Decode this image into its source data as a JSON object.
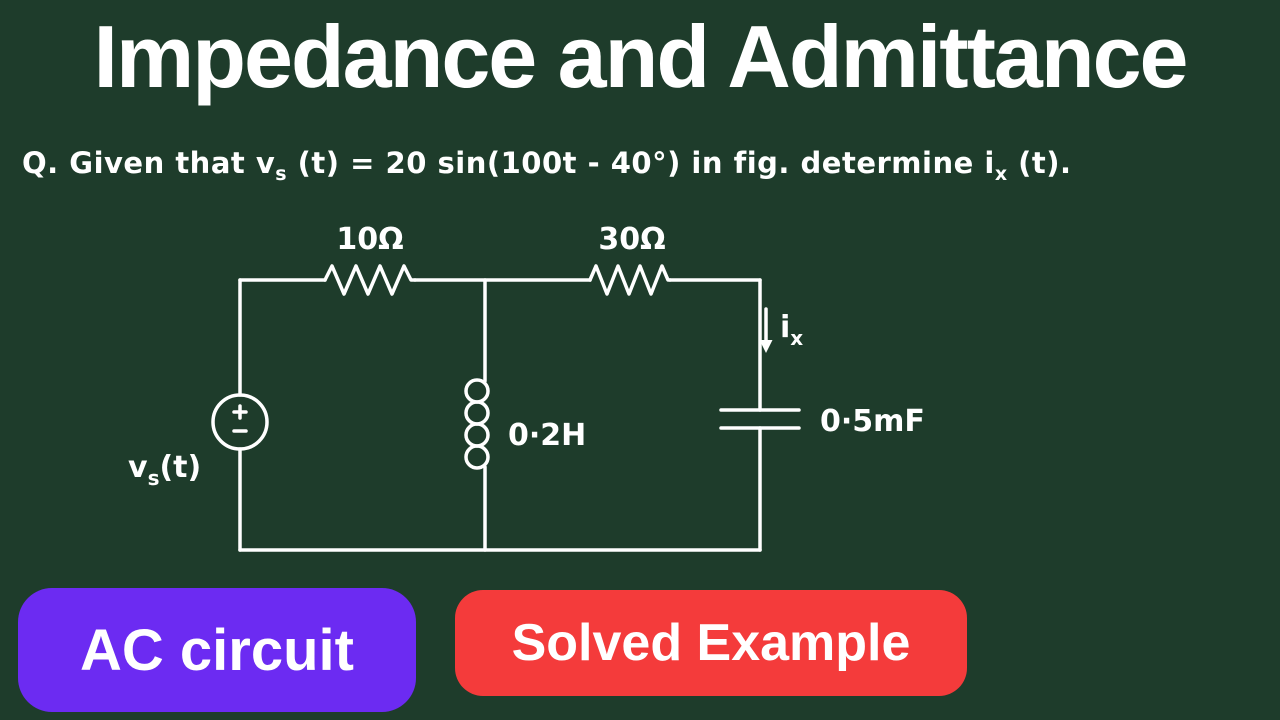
{
  "colors": {
    "background": "#1e3c2b",
    "ink": "#ffffff",
    "badge_ac": "#6c2bf2",
    "badge_solved": "#f43b3b"
  },
  "header": {
    "title": "Impedance and Admittance"
  },
  "question": {
    "p1": "Q. Given that v",
    "sub1": "s",
    "p2": " (t) = 20 sin(100t - 40°) in fig. determine i",
    "sub2": "x",
    "p3": " (t)."
  },
  "circuit": {
    "resistor_left_label": "10Ω",
    "resistor_right_label": "30Ω",
    "inductor_label": "0·2H",
    "capacitor_label": "0·5mF",
    "current_main": "i",
    "current_sub": "x",
    "source_main": "v",
    "source_sub": "s",
    "source_rest": "(t)"
  },
  "badges": {
    "ac": "AC circuit",
    "solved": "Solved Example"
  }
}
